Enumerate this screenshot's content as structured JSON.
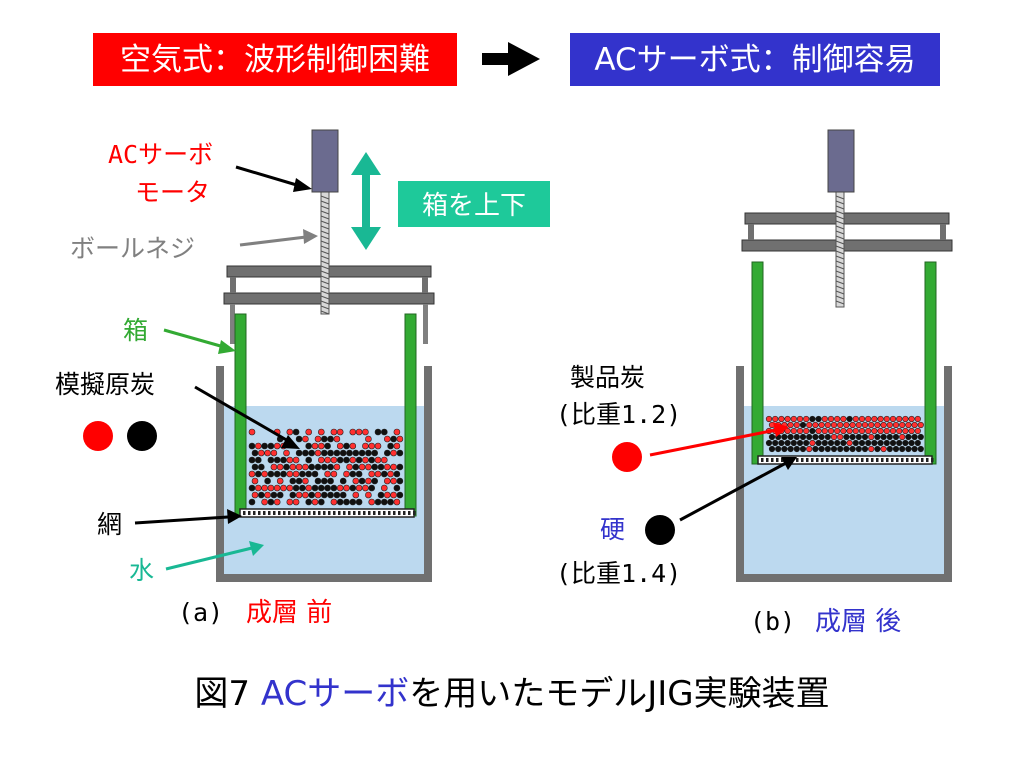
{
  "header": {
    "left": "空気式：波形制御困難",
    "right": "ACサーボ式：制御容易",
    "left_bg": "#ff0000",
    "right_bg": "#3333cc",
    "text_color": "#ffffff"
  },
  "apparatus_a": {
    "motor_label_line1": "ACサーボ",
    "motor_label_line2": "モータ",
    "ballscrew_label": "ボールネジ",
    "updown_label": "箱を上下",
    "box_label": "箱",
    "raw_coal_label": "模擬原炭",
    "mesh_label": "網",
    "water_label": "水",
    "caption_prefix": "(a)",
    "caption_state": "成層 前"
  },
  "apparatus_b": {
    "product_label": "製品炭",
    "product_sg": "(比重1.2)",
    "hard_label": "硬",
    "hard_sg": "(比重1.4)",
    "caption_prefix": "(b)",
    "caption_state": "成層 後"
  },
  "figure_caption": {
    "prefix": "図7 ",
    "highlight": "ACサーボ",
    "suffix": "を用いたモデルJIG実験装置"
  },
  "colors": {
    "red": "#ff0000",
    "blue": "#3333cc",
    "green": "#33aa33",
    "teal": "#19b894",
    "teal_badge": "#1ec99a",
    "gray_text": "#808080",
    "water": "#bcd9ef",
    "frame": "#707070",
    "motor": "#6b6b8f"
  },
  "icons": {
    "double_arrow": "vertical-double-arrow-icon",
    "right_arrow": "bold-right-arrow-icon"
  }
}
